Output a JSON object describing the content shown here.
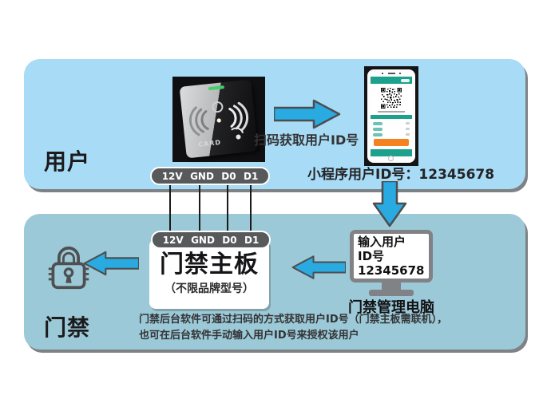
{
  "colors": {
    "top_panel": "#A8DBF5",
    "bottom_panel": "#9CC9D7",
    "arrow_fill": "#29ABE2",
    "pin_pill": "#58595B",
    "phone_teal": "#1CA18D",
    "phone_button_orange": "#F58220",
    "reader_led_green": "#43CF63",
    "monitor_gray": "#808285"
  },
  "pins": [
    "12V",
    "GND",
    "D0",
    "D1"
  ],
  "user_section": {
    "label": "用户",
    "reader_brand": "CARD",
    "scan_caption": "扫码获取用户ID号",
    "miniprogram_id": "小程序用户ID号：12345678"
  },
  "access_section": {
    "label": "门禁",
    "mainboard_title": "门禁主板",
    "mainboard_subtitle": "（不限品牌型号）",
    "monitor_lines": [
      "输入用户",
      "ID号",
      "12345678"
    ],
    "monitor_caption": "门禁管理电脑",
    "note_line1": "门禁后台软件可通过扫码的方式获取用户ID号（门禁主板需联机），",
    "note_line2": "也可在后台软件手动输入用户ID号来授权该用户"
  }
}
